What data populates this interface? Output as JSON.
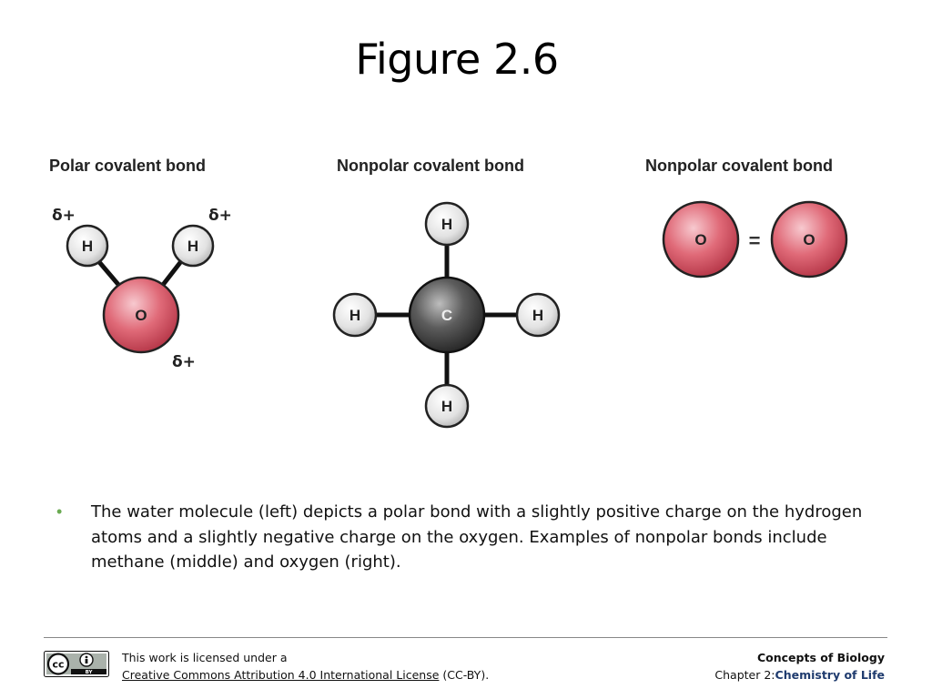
{
  "slide": {
    "title": "Figure 2.6"
  },
  "figure": {
    "panels": [
      {
        "title": "Polar covalent bond"
      },
      {
        "title": "Nonpolar covalent bond"
      },
      {
        "title": "Nonpolar covalent bond"
      }
    ],
    "labels": {
      "delta_plus": "δ+",
      "hydrogen": "H",
      "oxygen": "O",
      "carbon": "C",
      "double_bond": "="
    },
    "colors": {
      "oxygen": "#d95a6a",
      "hydrogen": "#e8e8e8",
      "carbon": "#555555",
      "bond": "#111111"
    }
  },
  "caption": {
    "text": "The water molecule (left) depicts a polar bond with a slightly positive charge on the hydrogen atoms and a slightly negative charge on the oxygen. Examples of nonpolar bonds include methane (middle) and oxygen (right)."
  },
  "footer": {
    "license_line1": "This work is licensed under a",
    "license_link": "Creative Commons Attribution 4.0 International License",
    "license_suffix": " (CC-BY).",
    "book": "Concepts of Biology",
    "chapter_prefix": "Chapter 2:",
    "chapter_name": "Chemistry of Life",
    "badge_cc": "cc",
    "badge_by": "BY"
  }
}
